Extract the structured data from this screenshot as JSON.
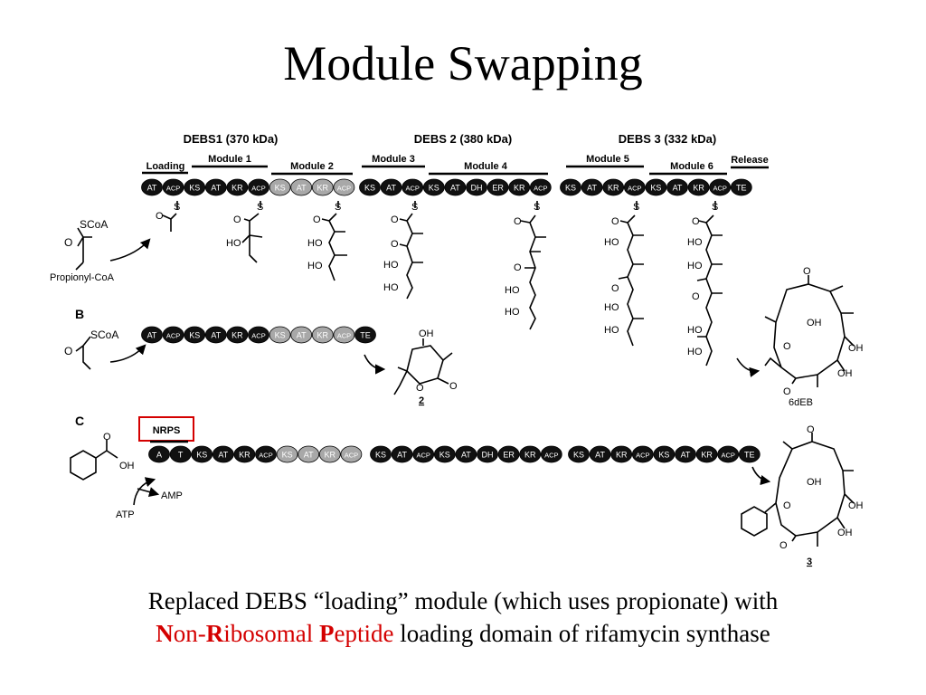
{
  "title": "Module Swapping",
  "panels": {
    "b_label": "B",
    "c_label": "C"
  },
  "proteins": [
    {
      "name": "DEBS1 (370 kDa)"
    },
    {
      "name": "DEBS 2 (380 kDa)"
    },
    {
      "name": "DEBS 3 (332 kDa)"
    }
  ],
  "modules": {
    "loading": "Loading",
    "module1": "Module 1",
    "module2": "Module 2",
    "module3": "Module 3",
    "module4": "Module 4",
    "module5": "Module 5",
    "module6": "Module 6",
    "release": "Release",
    "nrps": "NRPS"
  },
  "row_a": {
    "chain1": [
      {
        "label": "AT",
        "shade": "dark"
      },
      {
        "label": "ACP",
        "shade": "dark"
      },
      {
        "label": "KS",
        "shade": "dark"
      },
      {
        "label": "AT",
        "shade": "dark"
      },
      {
        "label": "KR",
        "shade": "dark"
      },
      {
        "label": "ACP",
        "shade": "dark"
      },
      {
        "label": "KS",
        "shade": "light"
      },
      {
        "label": "AT",
        "shade": "light"
      },
      {
        "label": "KR",
        "shade": "light"
      },
      {
        "label": "ACP",
        "shade": "light"
      }
    ],
    "chain2": [
      {
        "label": "KS",
        "shade": "dark"
      },
      {
        "label": "AT",
        "shade": "dark"
      },
      {
        "label": "ACP",
        "shade": "dark"
      },
      {
        "label": "KS",
        "shade": "dark"
      },
      {
        "label": "AT",
        "shade": "dark"
      },
      {
        "label": "DH",
        "shade": "dark"
      },
      {
        "label": "ER",
        "shade": "dark"
      },
      {
        "label": "KR",
        "shade": "dark"
      },
      {
        "label": "ACP",
        "shade": "dark"
      }
    ],
    "chain3": [
      {
        "label": "KS",
        "shade": "dark"
      },
      {
        "label": "AT",
        "shade": "dark"
      },
      {
        "label": "KR",
        "shade": "dark"
      },
      {
        "label": "ACP",
        "shade": "dark"
      },
      {
        "label": "KS",
        "shade": "dark"
      },
      {
        "label": "AT",
        "shade": "dark"
      },
      {
        "label": "KR",
        "shade": "dark"
      },
      {
        "label": "ACP",
        "shade": "dark"
      },
      {
        "label": "TE",
        "shade": "dark"
      }
    ]
  },
  "row_b": {
    "chain": [
      {
        "label": "AT",
        "shade": "dark"
      },
      {
        "label": "ACP",
        "shade": "dark"
      },
      {
        "label": "KS",
        "shade": "dark"
      },
      {
        "label": "AT",
        "shade": "dark"
      },
      {
        "label": "KR",
        "shade": "dark"
      },
      {
        "label": "ACP",
        "shade": "dark"
      },
      {
        "label": "KS",
        "shade": "light"
      },
      {
        "label": "AT",
        "shade": "light"
      },
      {
        "label": "KR",
        "shade": "light"
      },
      {
        "label": "ACP",
        "shade": "light"
      },
      {
        "label": "TE",
        "shade": "dark"
      }
    ]
  },
  "row_c": {
    "chain1": [
      {
        "label": "A",
        "shade": "dark"
      },
      {
        "label": "T",
        "shade": "dark"
      },
      {
        "label": "KS",
        "shade": "dark"
      },
      {
        "label": "AT",
        "shade": "dark"
      },
      {
        "label": "KR",
        "shade": "dark"
      },
      {
        "label": "ACP",
        "shade": "dark"
      },
      {
        "label": "KS",
        "shade": "light"
      },
      {
        "label": "AT",
        "shade": "light"
      },
      {
        "label": "KR",
        "shade": "light"
      },
      {
        "label": "ACP",
        "shade": "light"
      }
    ],
    "chain2": [
      {
        "label": "KS",
        "shade": "dark"
      },
      {
        "label": "AT",
        "shade": "dark"
      },
      {
        "label": "ACP",
        "shade": "dark"
      },
      {
        "label": "KS",
        "shade": "dark"
      },
      {
        "label": "AT",
        "shade": "dark"
      },
      {
        "label": "DH",
        "shade": "dark"
      },
      {
        "label": "ER",
        "shade": "dark"
      },
      {
        "label": "KR",
        "shade": "dark"
      },
      {
        "label": "ACP",
        "shade": "dark"
      }
    ],
    "chain3": [
      {
        "label": "KS",
        "shade": "dark"
      },
      {
        "label": "AT",
        "shade": "dark"
      },
      {
        "label": "KR",
        "shade": "dark"
      },
      {
        "label": "ACP",
        "shade": "dark"
      },
      {
        "label": "KS",
        "shade": "dark"
      },
      {
        "label": "AT",
        "shade": "dark"
      },
      {
        "label": "KR",
        "shade": "dark"
      },
      {
        "label": "ACP",
        "shade": "dark"
      },
      {
        "label": "TE",
        "shade": "dark"
      }
    ]
  },
  "chem_labels": {
    "scoa": "SCoA",
    "o": "O",
    "oh": "OH",
    "ho": "HO",
    "s": "S",
    "propionyl_coa": "Propionyl-CoA",
    "compound_2": "2",
    "compound_3": "3",
    "product_6deb": "6dEB",
    "amp": "AMP",
    "atp": "ATP"
  },
  "caption": {
    "line1": "Replaced DEBS “loading” module (which uses propionate) with",
    "n": "N",
    "on": "on-",
    "r": "R",
    "ibosomal": "ibosomal ",
    "p": "P",
    "eptide": "eptide",
    "rest": " loading domain of rifamycin synthase"
  },
  "colors": {
    "domain_dark": "#111111",
    "domain_light": "#a8a8a8",
    "highlight_red": "#d40000"
  }
}
